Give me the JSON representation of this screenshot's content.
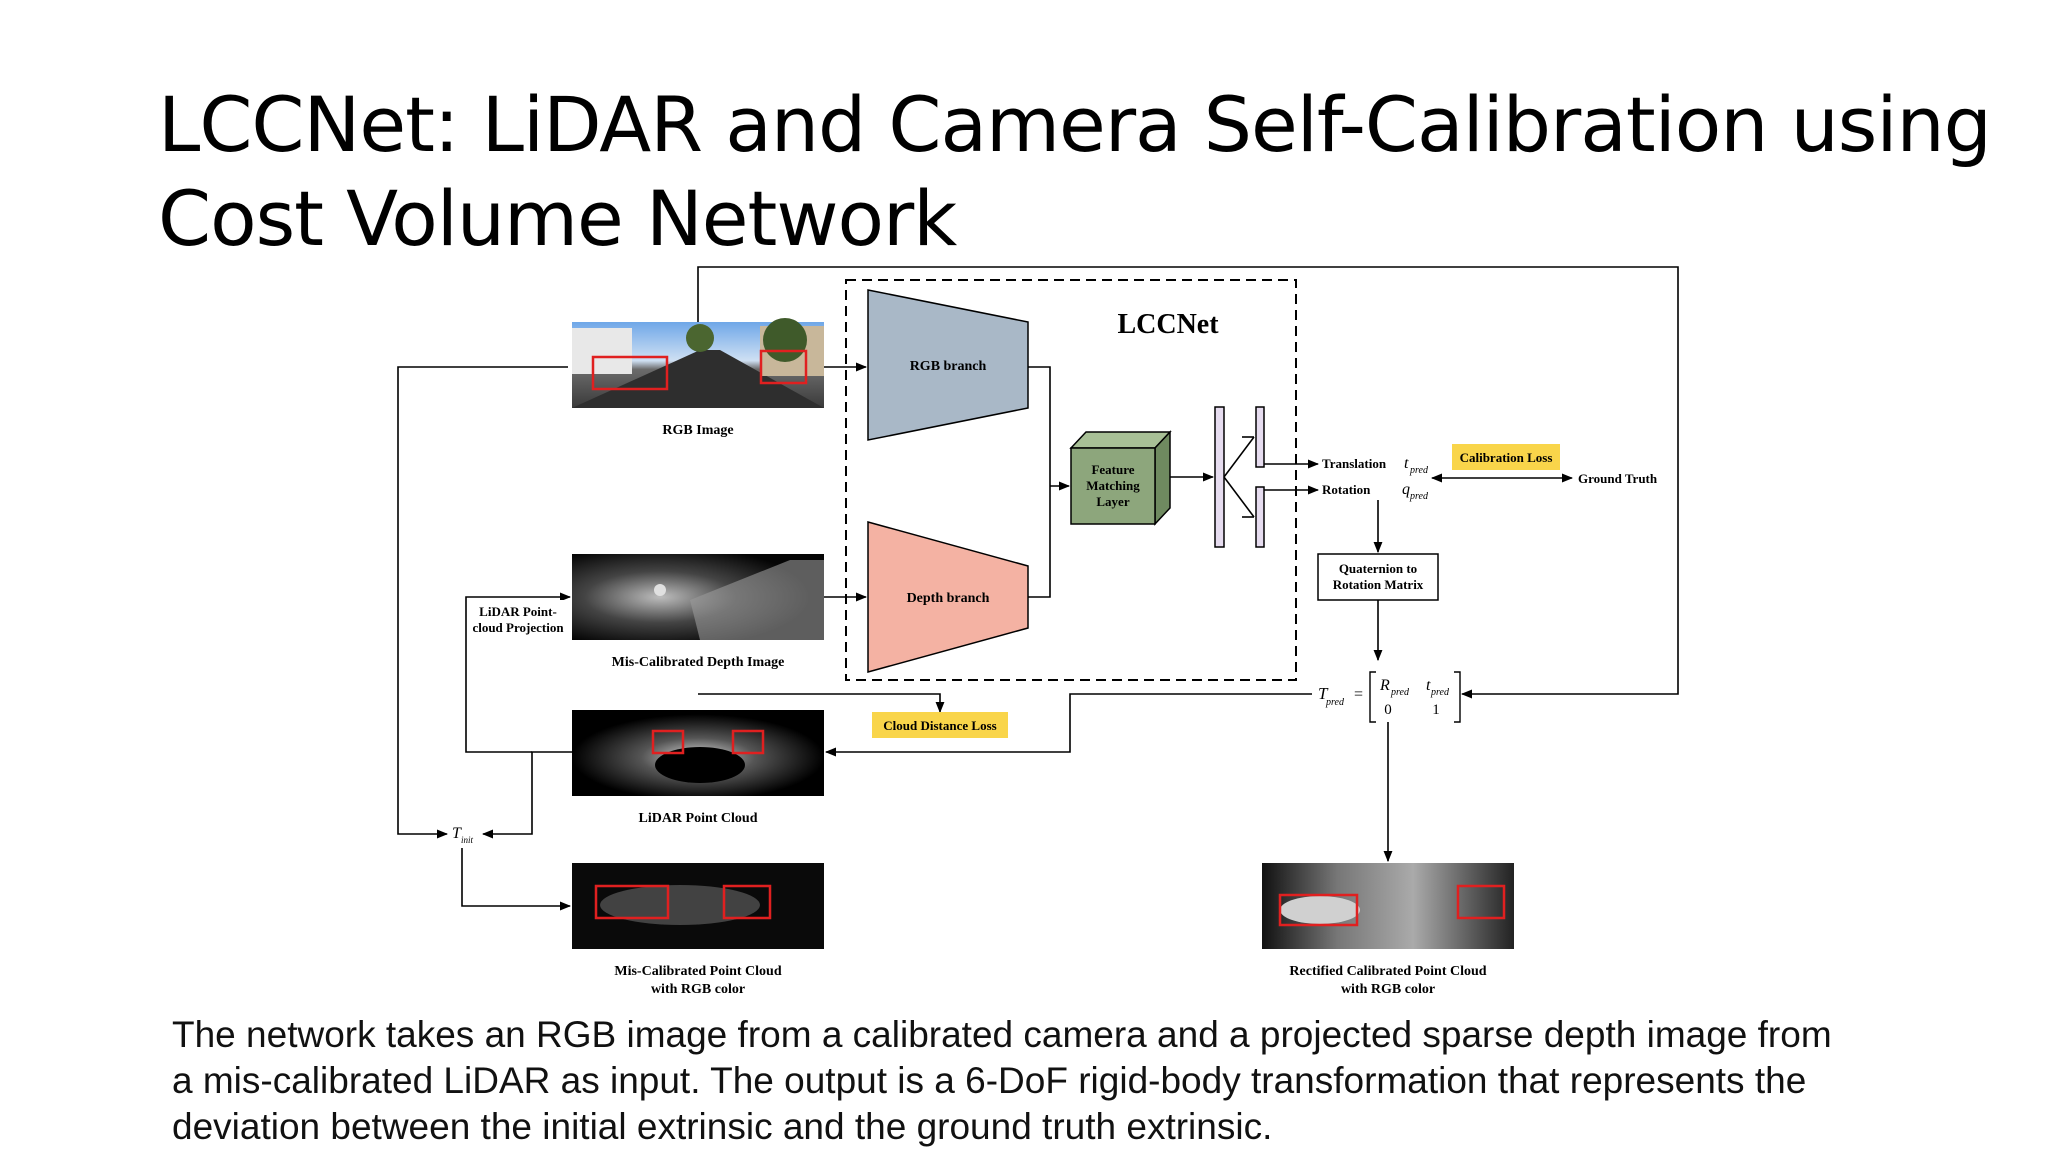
{
  "slide": {
    "title_line1": "LCCNet: LiDAR and Camera Self-Calibration using",
    "title_line2": "Cost Volume Network",
    "caption_line1": "The network takes an RGB image from a calibrated camera and a projected sparse depth image from",
    "caption_line2": "a mis-calibrated LiDAR as input. The output is a 6-DoF rigid-body transformation that represents the",
    "caption_line3": "deviation between the initial extrinsic and the ground truth extrinsic."
  },
  "diagram": {
    "network_name": "LCCNet",
    "rgb_image_label": "RGB Image",
    "rgb_branch_label": "RGB branch",
    "depth_branch_label": "Depth branch",
    "feature_matching_label": [
      "Feature",
      "Matching",
      "Layer"
    ],
    "translation_label": "Translation",
    "rotation_label": "Rotation",
    "t_symbol": "t",
    "q_symbol": "q",
    "pred_sub": "pred",
    "calibration_loss_label": "Calibration Loss",
    "ground_truth_label": "Ground Truth",
    "quaternion_label": [
      "Quaternion to",
      "Rotation Matrix"
    ],
    "lidar_projection_label": [
      "LiDAR Point-",
      "cloud Projection"
    ],
    "depth_image_label": "Mis-Calibrated Depth Image",
    "cloud_distance_loss_label": "Cloud Distance Loss",
    "lidar_cloud_label": "LiDAR Point Cloud",
    "T_symbol": "T",
    "init_sub": "init",
    "matrix_R": "R",
    "matrix_zero": "0",
    "matrix_one": "1",
    "equals": "=",
    "miscal_cloud_label": [
      "Mis-Calibrated Point Cloud",
      "with RGB color"
    ],
    "rectified_cloud_label": [
      "Rectified Calibrated Point Cloud",
      "with RGB color"
    ]
  },
  "colors": {
    "rgb_branch": "#a9b8c7",
    "depth_branch": "#f4b2a3",
    "feature_matching": "#8da67c",
    "loss_box": "#f9d54a",
    "fc_layer": "#e6dcef",
    "highlight_box": "#e02020"
  }
}
